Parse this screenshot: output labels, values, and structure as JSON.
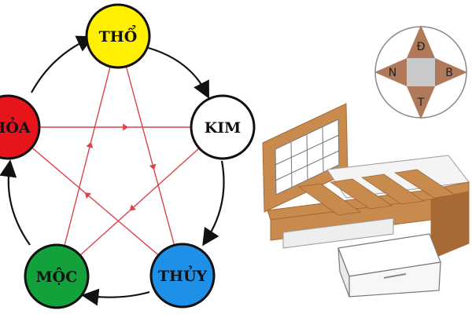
{
  "five_elements": {
    "nodes": {
      "tho": {
        "label": "THỔ",
        "color": "#ffef00"
      },
      "kim": {
        "label": "KIM",
        "color": "#ffffff"
      },
      "thuy": {
        "label": "THỦY",
        "color": "#1e90e8"
      },
      "moc": {
        "label": "MỘC",
        "color": "#12a13a"
      },
      "hoa": {
        "label": "HỎA",
        "color": "#e8141b"
      }
    },
    "generating_cycle": [
      "tho",
      "kim",
      "thuy",
      "moc",
      "hoa"
    ],
    "controlling_arrows": [
      [
        "tho",
        "thuy"
      ],
      [
        "thuy",
        "hoa"
      ],
      [
        "hoa",
        "kim"
      ],
      [
        "kim",
        "moc"
      ],
      [
        "moc",
        "tho"
      ]
    ],
    "colors": {
      "cycle_line": "#111111",
      "control_line": "#d9434a"
    }
  },
  "compass": {
    "north": "Đ",
    "south": "T",
    "west": "N",
    "east": "B",
    "colors": {
      "arrow": "#b07a5a",
      "center": "#c9c9c9",
      "ring": "#888888"
    }
  },
  "illustration": {
    "subject": "bed-frame-with-storage-drawer",
    "colors": {
      "wood": "#c98a4e",
      "wood_dark": "#a86a34",
      "panel": "#ffffff",
      "outline": "#777777"
    }
  }
}
